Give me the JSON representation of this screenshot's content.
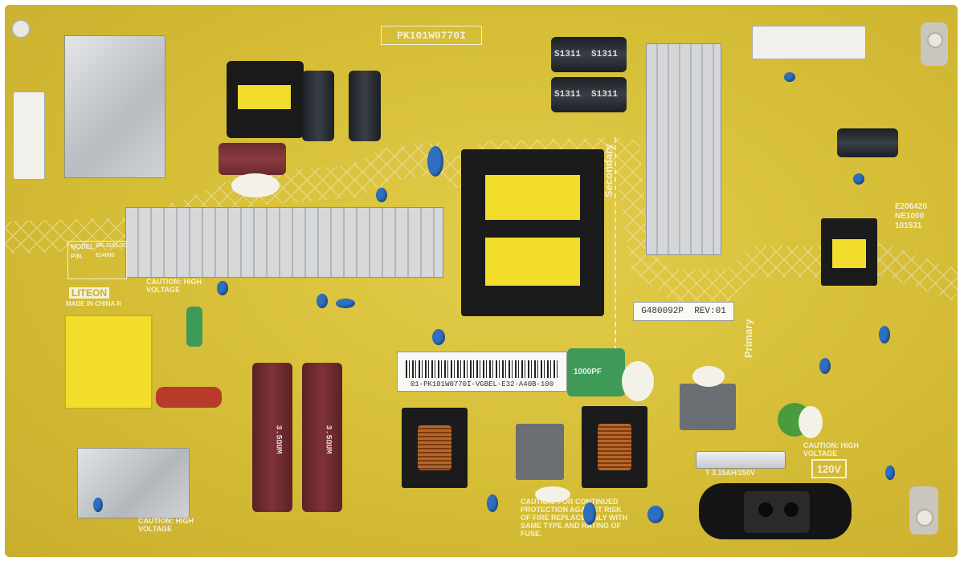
{
  "board": {
    "part_number": "PK101W0770I",
    "barcode_label": "01-PK101W0770I-VGBEL-E32-A40B-100",
    "small_label": "G480092P",
    "rev_label": "REV:01",
    "voltage_label": "120V",
    "secondary_label": "Secondary",
    "primary_label": "Primary",
    "brand_label": "LITEON",
    "made_in": "MADE IN CHINA R",
    "model_label": "MODEL",
    "model_value": "BR-3151-3C",
    "pn_label": "P/N.",
    "pn_value": "614000",
    "caution_high_voltage": "CAUTION: HIGH VOLTAGE",
    "fuse_warning": "CAUTION: FOR CONTINUED PROTECTION AGAINST RISK OF FIRE REPLACE ONLY WITH SAME TYPE AND RATING OF FUSE.",
    "fuse_rating": "T 3.15AH/250V",
    "cert_codes": [
      "E206420",
      "NE1000",
      "101531"
    ],
    "cap_markings": [
      "S1311",
      "S1311",
      "S1311",
      "S1311"
    ],
    "tall_cap_marking": "3.5ΩUM",
    "film_cap_label": "1000PF",
    "colors": {
      "pcb": "#d8c23a",
      "silkscreen": "#f4f0d8",
      "heatsink": "#d4d6d8",
      "capacitor_brown": "#6b2a2e",
      "capacitor_black": "#1c1f24",
      "blue_cap": "#2f6fc2",
      "transformer_yellow": "#f2dc2c"
    }
  }
}
